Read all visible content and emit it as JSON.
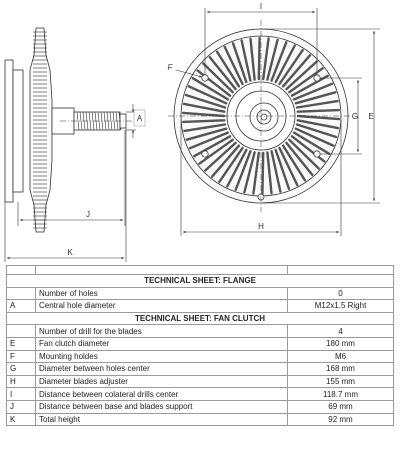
{
  "drawing": {
    "dimension_labels": {
      "I": "I",
      "F": "F",
      "A": "A",
      "G": "G",
      "E": "E",
      "H": "H",
      "J": "J",
      "K": "K"
    }
  },
  "sheet": {
    "flange_title": "TECHNICAL SHEET: FLANGE",
    "flange_rows": [
      {
        "code": "",
        "label": "Number of holes",
        "value": "0"
      },
      {
        "code": "A",
        "label": "Central hole diameter",
        "value": "M12x1.5 Right"
      }
    ],
    "clutch_title": "TECHNICAL SHEET: FAN CLUTCH",
    "clutch_rows": [
      {
        "code": "",
        "label": "Number of drill for the blades",
        "value": "4"
      },
      {
        "code": "E",
        "label": "Fan clutch diameter",
        "value": "180 mm"
      },
      {
        "code": "F",
        "label": "Mounting holdes",
        "value": "M6"
      },
      {
        "code": "G",
        "label": "Diameter between holes center",
        "value": "168 mm"
      },
      {
        "code": "H",
        "label": "Diameter blades adjuster",
        "value": "155 mm"
      },
      {
        "code": "I",
        "label": "Distance between colateral drills center",
        "value": "118.7 mm"
      },
      {
        "code": "J",
        "label": "Distance between base and blades support",
        "value": "69 mm"
      },
      {
        "code": "K",
        "label": "Total height",
        "value": "92 mm"
      }
    ]
  }
}
